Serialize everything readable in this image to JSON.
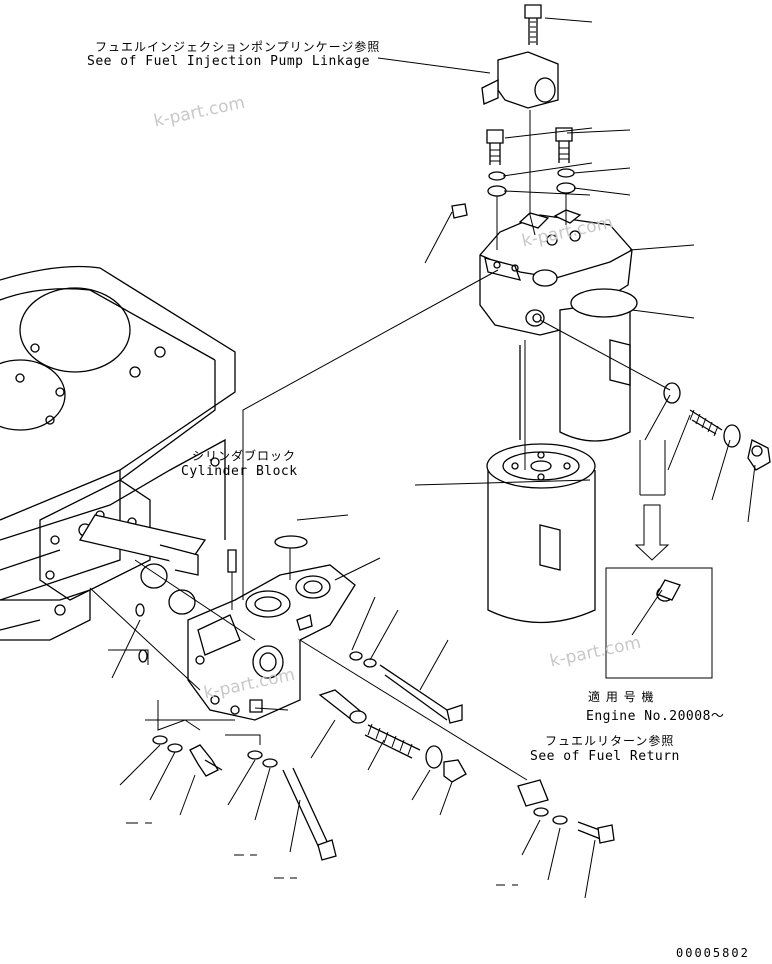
{
  "labels": {
    "fuel_injection_pump_jp": "フュエルインジェクションポンプリンケージ参照",
    "fuel_injection_pump_en": "See of Fuel Injection Pump Linkage",
    "cylinder_block_jp": "シリンダブロック",
    "cylinder_block_en": "Cylinder Block",
    "applicable_jp": "適 用 号 機",
    "applicable_en": "Engine No.20008～",
    "fuel_return_jp": "フュエルリターン参照",
    "fuel_return_en": "See of Fuel Return"
  },
  "watermarks": [
    "k-part.com",
    "k-part.com",
    "k-part.com",
    "k-part.com"
  ],
  "drawing_number": "00005802"
}
